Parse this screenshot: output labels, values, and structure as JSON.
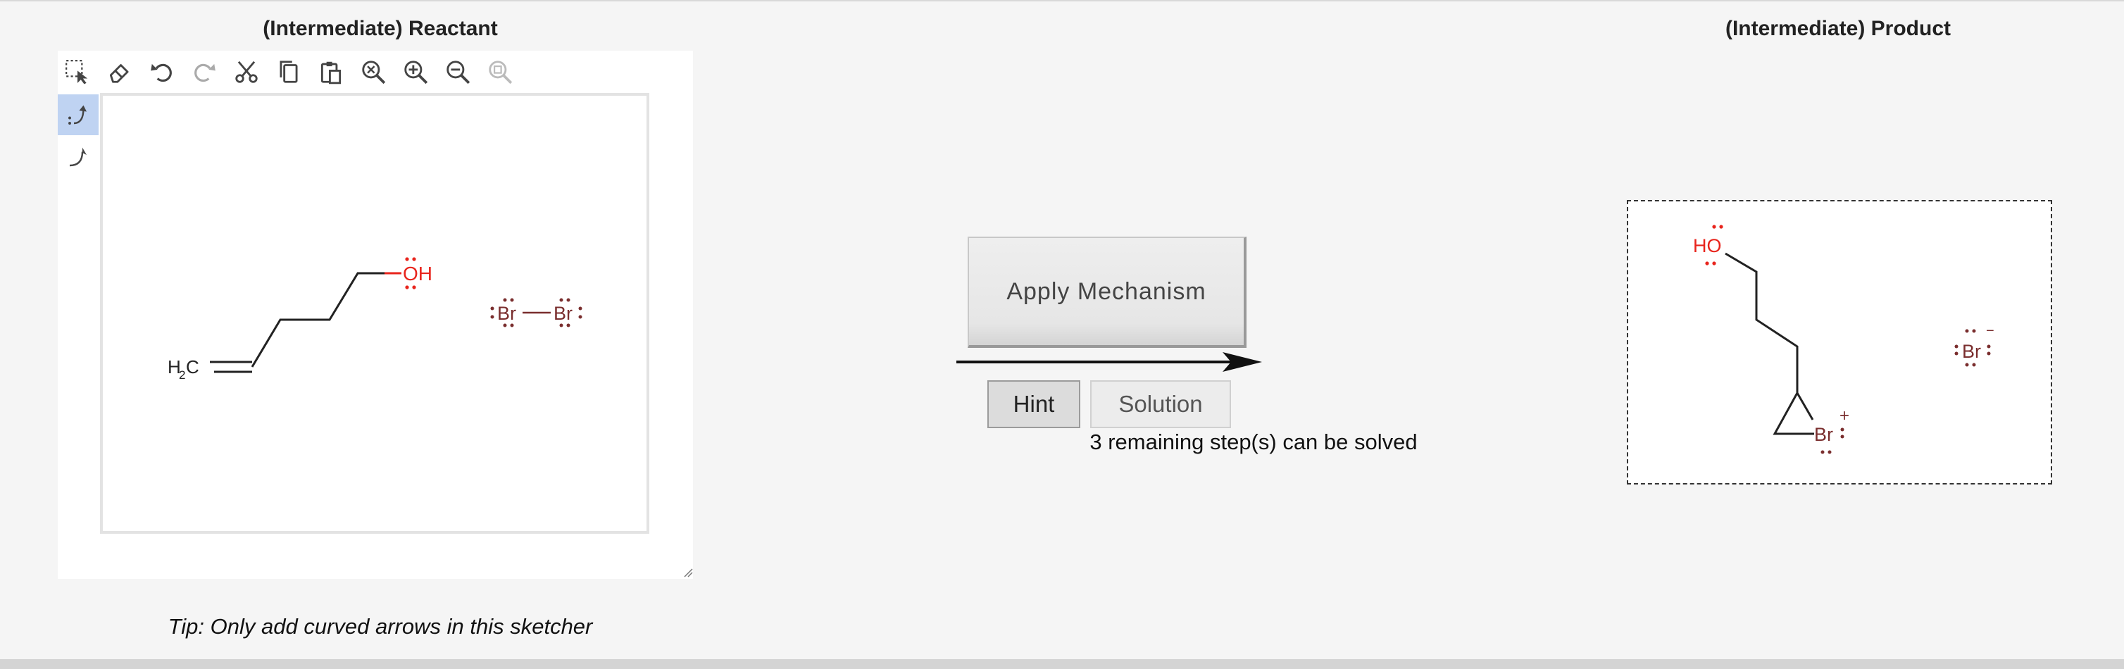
{
  "reactant_panel": {
    "title": "(Intermediate) Reactant"
  },
  "product_panel": {
    "title": "(Intermediate) Product"
  },
  "toolbar": {
    "tools": [
      "select-icon",
      "eraser-icon",
      "undo-icon",
      "redo-icon",
      "cut-icon",
      "copy-icon",
      "paste-icon",
      "zoom-reset-icon",
      "zoom-in-icon",
      "zoom-out-icon",
      "zoom-fit-icon"
    ]
  },
  "side_tools": [
    "electron-pair-arrow-icon",
    "single-electron-arrow-icon"
  ],
  "reactant_molecules": {
    "alkene_label": "H2C",
    "alcohol_label": "OH",
    "bromine_label_left": "Br",
    "bromine_label_right": "Br"
  },
  "product_molecules": {
    "alcohol_label": "HO",
    "bromonium_label": "Br",
    "bromonium_charge": "+",
    "bromide_label": "Br",
    "bromide_charge": "−"
  },
  "tip": "Tip: Only add curved arrows in this sketcher",
  "mechanism": {
    "apply_label": "Apply Mechanism",
    "hint_label": "Hint",
    "solution_label": "Solution",
    "remaining_text": "3 remaining step(s) can be solved"
  },
  "colors": {
    "oxygen": "#e8241c",
    "bromine": "#7a2e2e",
    "active_tool": "#bfd3f2"
  }
}
